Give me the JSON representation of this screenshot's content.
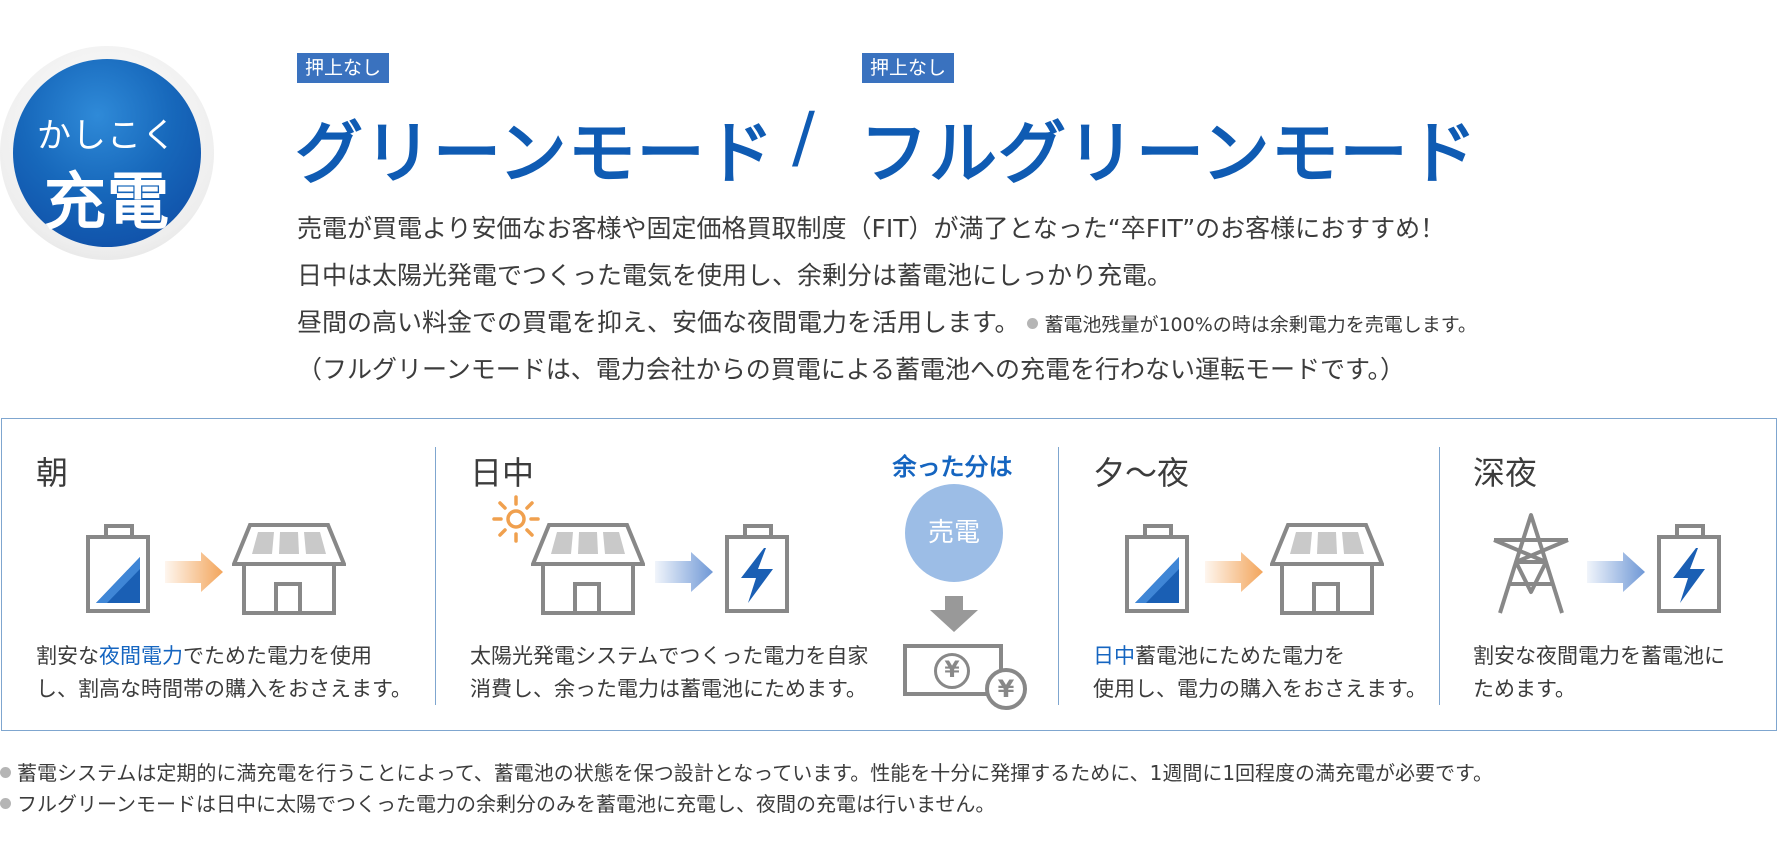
{
  "badge": {
    "sub": "かしこく",
    "main": "充電"
  },
  "tags": [
    "押上なし",
    "押上なし"
  ],
  "modes": {
    "green": "グリーンモード",
    "separator": "/",
    "full_green": "フルグリーンモード"
  },
  "description": {
    "line1": "売電が買電より安価なお客様や固定価格買取制度（FIT）が満了となった“卒FIT”のお客様におすすめ！",
    "line2": "日中は太陽光発電でつくった電気を使用し、余剰分は蓄電池にしっかり充電。",
    "line3": "昼間の高い料金での買電を抑え、安価な夜間電力を活用します。",
    "line3_note": "蓄電池残量が100%の時は余剰電力を売電します。",
    "line4": "（フルグリーンモードは、電力会社からの買電による蓄電池への充電を行わない運転モードです。）"
  },
  "sections": {
    "morning": {
      "title": "朝",
      "text1_pre": "割安な",
      "text1_hl": "夜間電力",
      "text1_post": "でためた電力を使用",
      "text2": "し、割高な時間帯の購入をおさえます。"
    },
    "daytime": {
      "title": "日中",
      "text1": "太陽光発電システムでつくった電力を自家",
      "text2": "消費し、余った電力は蓄電池にためます。",
      "surplus_heading": "余った分は",
      "sell_label": "売電",
      "yen": "¥"
    },
    "evening": {
      "title": "夕〜夜",
      "text1_hl": "日中",
      "text1_post": "蓄電池にためた電力を",
      "text2": "使用し、電力の購入をおさえます。"
    },
    "night": {
      "title": "深夜",
      "text1": "割安な夜間電力を蓄電池に",
      "text2": "ためます。"
    }
  },
  "footnotes": [
    "蓄電システムは定期的に満充電を行うことによって、蓄電池の状態を保つ設計となっています。性能を十分に発揮するために、1週間に1回程度の満充電が必要です。",
    "フルグリーンモードは日中に太陽でつくった電力の余剰分のみを蓄電池に充電し、夜間の充電は行いません。"
  ],
  "colors": {
    "brand_blue": "#0f5bb3",
    "tag_blue": "#3a72bf",
    "border": "#7fa6cf",
    "arrow_orange": "#f3a55b",
    "arrow_blue": "#6f98d6"
  }
}
